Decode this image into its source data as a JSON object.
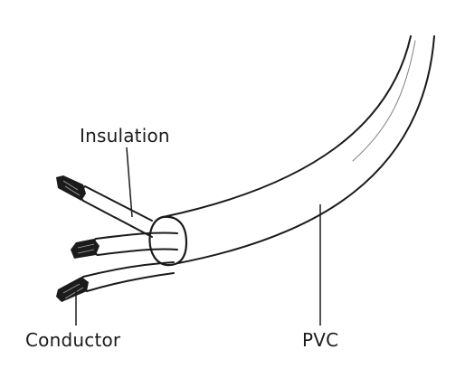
{
  "labels": {
    "insulation": "Insulation",
    "conductor": "Conductor",
    "pvc": "PVC"
  },
  "colors": {
    "ink": "#1b1b1b",
    "background": "#ffffff"
  }
}
